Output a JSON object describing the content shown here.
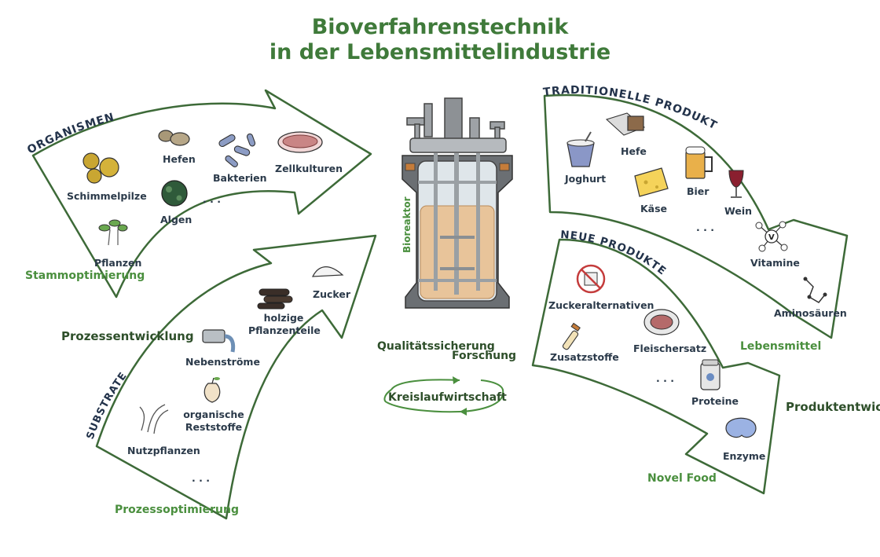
{
  "title": {
    "line1": "Bioverfahrenstechnik",
    "line2": "in der Lebensmittelindustrie"
  },
  "organismen": {
    "heading": "ORGANISMEN",
    "items": [
      "Schimmelpilze",
      "Hefen",
      "Bakterien",
      "Zellkulturen",
      "Algen",
      "Pflanzen",
      ". . ."
    ]
  },
  "substrate": {
    "heading": "SUBSTRATE",
    "items": [
      "Zucker",
      "holzige Pflanzenteile",
      "Nebenströme",
      "organische Reststoffe",
      "Nutzpflanzen",
      ". . ."
    ]
  },
  "traditionelle": {
    "heading": "TRADITIONELLE PRODUKTE",
    "items": [
      "Joghurt",
      "Hefe",
      "Käse",
      "Bier",
      "Wein",
      ". . .",
      "Vitamine",
      "Aminosäuren"
    ]
  },
  "neue": {
    "heading": "NEUE PRODUKTE",
    "items": [
      "Zuckeralternativen",
      "Zusatzstoffe",
      "Fleischersatz",
      ". . .",
      "Proteine",
      "Enzyme"
    ]
  },
  "center": {
    "reactor_label": "Bioreaktor",
    "quality": "Qualitätssicherung",
    "research": "Forschung",
    "cycle": "Kreislaufwirtschaft"
  },
  "side_labels": {
    "stamm": "Stammoptimierung",
    "prozessentwicklung": "Prozessentwicklung",
    "prozessoptimierung": "Prozessoptimierung",
    "lebensmittel": "Lebensmittel",
    "novel_food": "Novel Food",
    "produktentwicklung": "Produktentwicklung"
  },
  "icon_letter_v": "V",
  "colors": {
    "green": "#4a8f3e",
    "arrow_outline": "#3d6a38",
    "liquid": "#e8c49a",
    "steel": "#6b6f73"
  }
}
